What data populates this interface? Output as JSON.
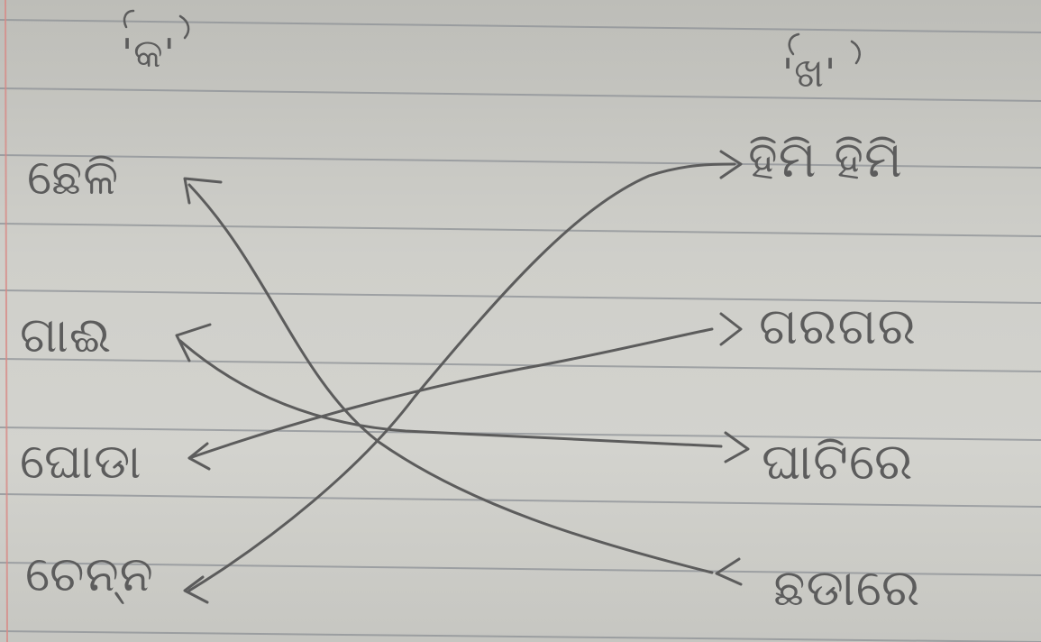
{
  "headers": {
    "left": "'କ'",
    "right": "'ଖ'"
  },
  "left_words": [
    "ଛେଳି",
    "ଗାଈ",
    "ଘୋଡା",
    "ଚେନ୍ନ"
  ],
  "right_words": [
    "ହିମି ହିମି",
    "ଗରଗର",
    "ଘାଟିରେ",
    "ଛଡାରେ"
  ],
  "matches": [
    {
      "from": 1,
      "to": 4
    },
    {
      "from": 2,
      "to": 3
    },
    {
      "from": 3,
      "to": 2
    },
    {
      "from": 4,
      "to": 1
    }
  ],
  "colors": {
    "paper": "#cfcfca",
    "rule_line": "#8d9196",
    "margin_line": "#d88a86",
    "pencil": "#5c5c5c"
  }
}
